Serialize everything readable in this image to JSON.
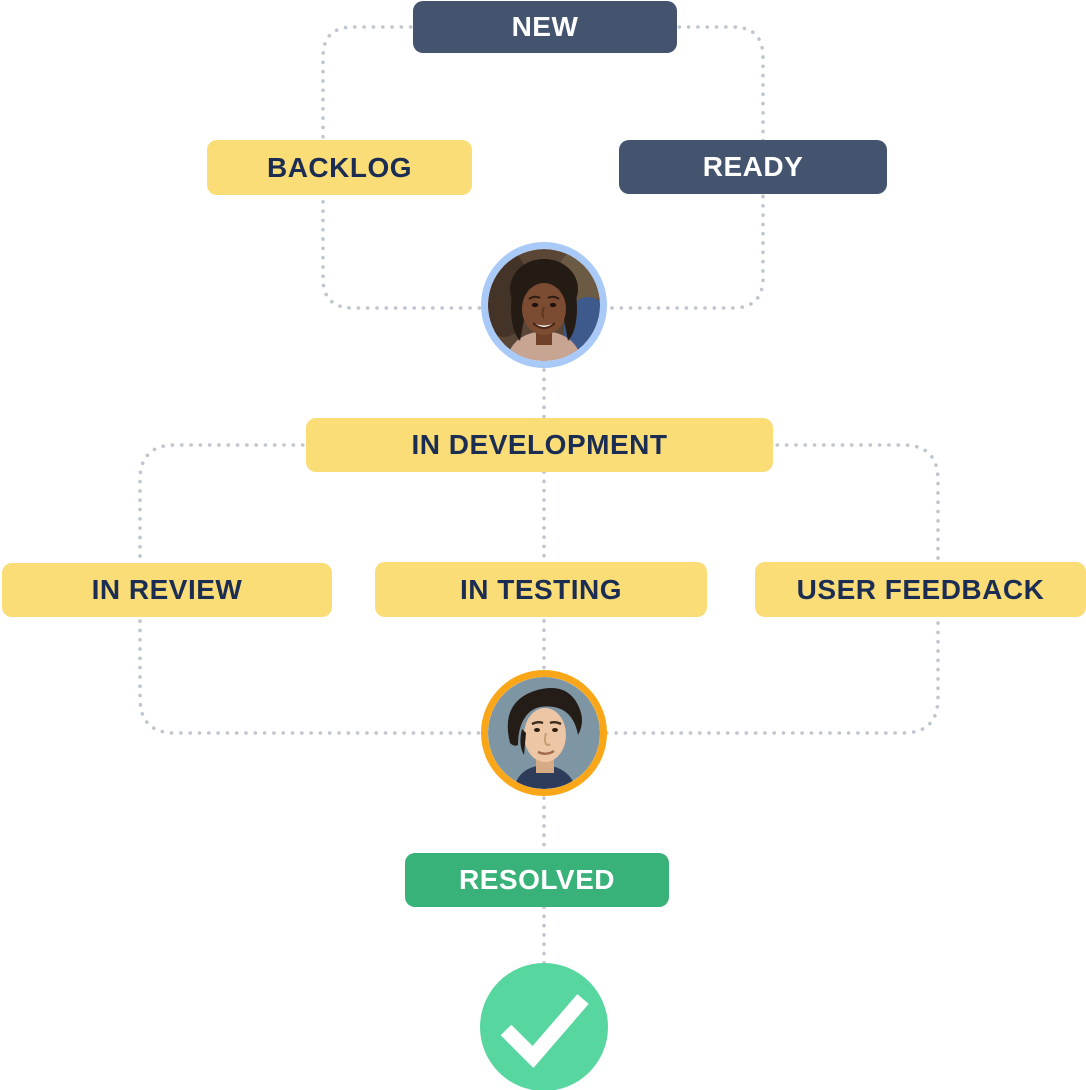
{
  "diagram": {
    "name": "Issue workflow diagram",
    "nodes": [
      {
        "id": "new",
        "label": "NEW",
        "variant": "navy"
      },
      {
        "id": "backlog",
        "label": "BACKLOG",
        "variant": "yellow"
      },
      {
        "id": "ready",
        "label": "READY",
        "variant": "navy"
      },
      {
        "id": "in_development",
        "label": "IN DEVELOPMENT",
        "variant": "yellow"
      },
      {
        "id": "in_review",
        "label": "IN REVIEW",
        "variant": "yellow"
      },
      {
        "id": "in_testing",
        "label": "IN TESTING",
        "variant": "yellow"
      },
      {
        "id": "user_feedback",
        "label": "USER FEEDBACK",
        "variant": "yellow"
      },
      {
        "id": "resolved",
        "label": "RESOLVED",
        "variant": "green"
      }
    ],
    "avatars": [
      {
        "id": "assignee_1",
        "description": "photo avatar of woman",
        "ring_color": "#A9CAF7"
      },
      {
        "id": "assignee_2",
        "description": "photo avatar of man",
        "ring_color": "#F9A718"
      }
    ],
    "done_icon": {
      "name": "checkmark-icon",
      "circle_color": "#57D6A0",
      "check_color": "#FFFFFF"
    },
    "colors": {
      "navy_chip": "#44546F",
      "yellow_chip": "#FADD76",
      "green_chip": "#39B27A",
      "chip_text_dark": "#1B2D52",
      "chip_text_light": "#FFFFFF",
      "dotted_line": "#BFC6CF"
    }
  }
}
